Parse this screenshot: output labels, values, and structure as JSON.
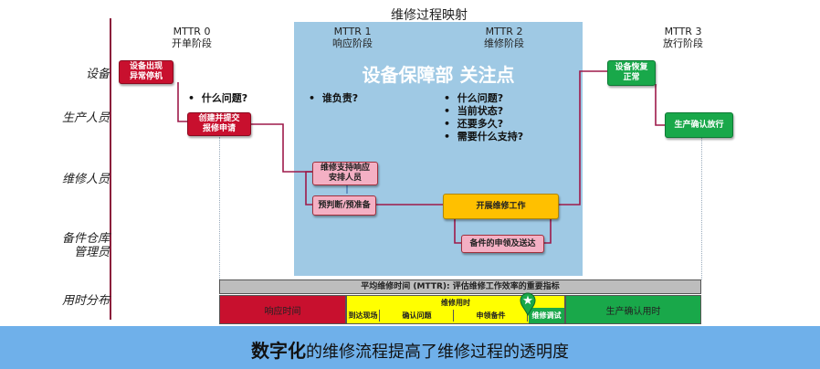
{
  "title": "维修过程映射",
  "lanes": [
    "设备",
    "生产人员",
    "维修人员",
    "备件仓库\n管理员",
    "用时分布"
  ],
  "phases": [
    {
      "name": "MTTR 0",
      "stage": "开单阶段"
    },
    {
      "name": "MTTR 1",
      "stage": "响应阶段"
    },
    {
      "name": "MTTR 2",
      "stage": "维修阶段"
    },
    {
      "name": "MTTR 3",
      "stage": "放行阶段"
    }
  ],
  "focus_title": "设备保障部 关注点",
  "steps": {
    "equipment_down": "设备出现\n异常停机",
    "create_request": "创建并提交\n报修申请",
    "respond_assign": "维修支持响应\n安排人员",
    "prejudge": "预判断/预准备",
    "repair_work": "开展维修工作",
    "spare_parts": "备件的申领及送达",
    "equipment_restore": "设备恢复\n正常",
    "production_release": "生产确认放行"
  },
  "questions": {
    "phase0": [
      "什么问题?"
    ],
    "phase1": [
      "谁负责?"
    ],
    "phase2": [
      "什么问题?",
      "当前状态?",
      "还要多久?",
      "需要什么支持?"
    ]
  },
  "mttr_bar": "平均维修时间 (MTTR): 评估维修工作效率的重要指标",
  "segments": {
    "response": "响应时间",
    "repair": "维修用时",
    "arrive": "到达现场",
    "confirm": "确认问题",
    "parts": "申领备件",
    "debug": "维修调试",
    "production": "生产确认用时"
  },
  "colors": {
    "red": "#c8102e",
    "yellow": "#ffff00",
    "green": "#19a84a",
    "focus": "#9fc9e4",
    "banner": "#6fb0ea"
  },
  "banner": {
    "bold": "数字化",
    "rest": "的维修流程提高了维修过程的透明度"
  }
}
